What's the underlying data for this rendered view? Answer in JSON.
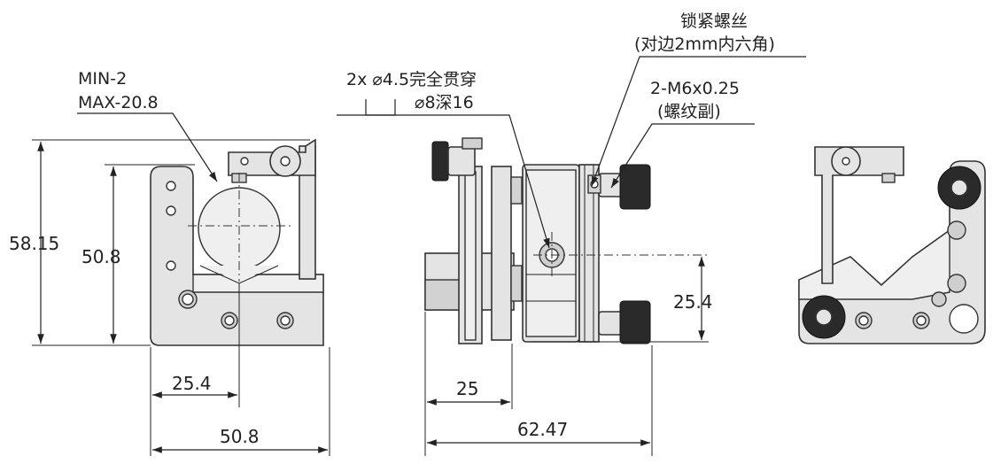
{
  "front_view": {
    "min_label": "MIN-2",
    "max_label": "MAX-20.8",
    "height_total": "58.15",
    "height_center": "50.8",
    "width_half": "25.4",
    "width_total": "50.8"
  },
  "side_view": {
    "hole_note_line1": "2x ⌀4.5完全贯穿",
    "hole_note_line2": "⌀8深16",
    "lock_screw_line1": "锁紧螺丝",
    "lock_screw_line2": "(对边2mm内六角)",
    "thread_line1": "2-M6x0.25",
    "thread_line2": "(螺纹副)",
    "height_center": "25.4",
    "width_partial": "25",
    "width_total": "62.47"
  }
}
